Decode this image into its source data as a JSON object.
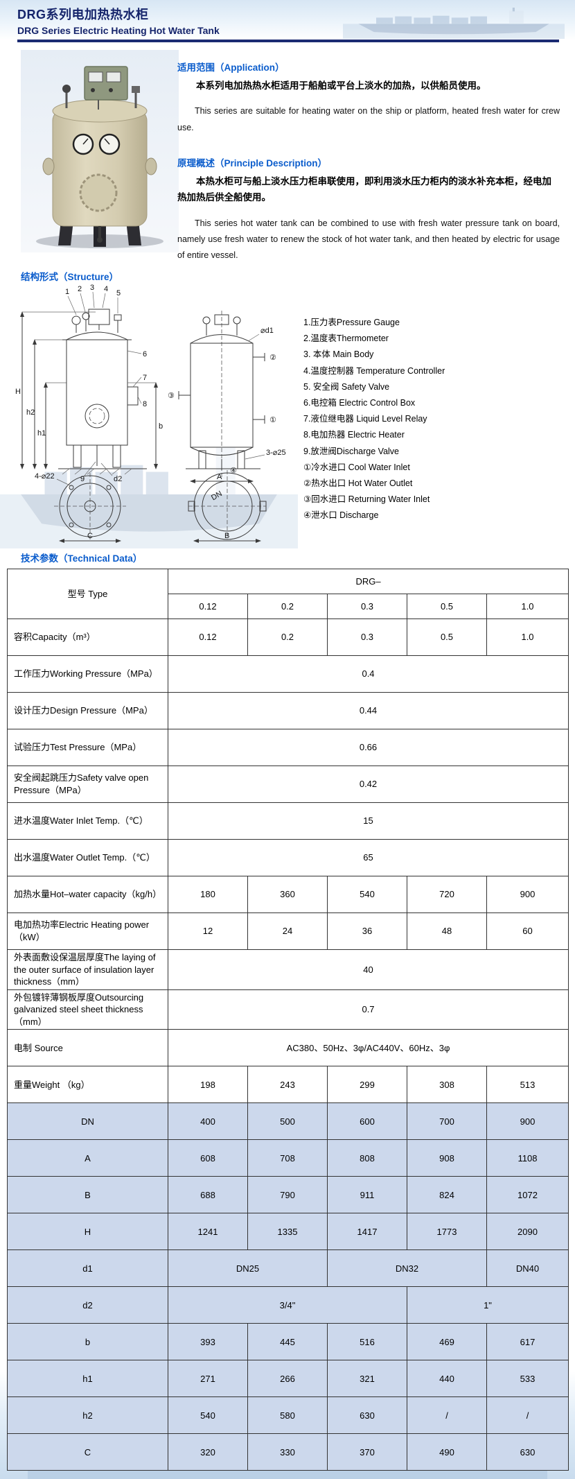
{
  "header": {
    "title_zh": "DRG系列电加热热水柜",
    "title_en": "DRG Series Electric Heating Hot Water Tank"
  },
  "application": {
    "heading": "适用范围（Application）",
    "para_zh": "本系列电加热热水柜适用于船舶或平台上淡水的加热，以供船员使用。",
    "para_en": "This series are suitable for heating water on the ship or platform, heated fresh water for crew use."
  },
  "principle": {
    "heading": "原理概述（Principle Description）",
    "para_zh": "本热水柜可与船上淡水压力柜串联使用，即利用淡水压力柜内的淡水补充本柜，经电加热加热后供全船使用。",
    "para_en": "This series hot water tank can be combined to use with fresh water pressure tank on board, namely use fresh water to renew the stock of hot water tank, and then heated by electric for usage of entire vessel."
  },
  "structure": {
    "heading": "结构形式（Structure）",
    "parts": [
      "1.压力表Pressure Gauge",
      "2.温度表Thermometer",
      "3. 本体 Main Body",
      "4.温度控制器 Temperature Controller",
      "5. 安全阀 Safety Valve",
      "6.电控箱 Electric Control Box",
      "7.液位继电器 Liquid Level Relay",
      "8.电加热器 Electric Heater",
      "9.放泄阀Discharge Valve",
      "①冷水进口 Cool Water Inlet",
      "②热水出口 Hot Water Outlet",
      "③回水进口 Returning Water Inlet",
      "④泄水口 Discharge"
    ],
    "drawing_labels": {
      "H": "H",
      "h1": "h1",
      "h2": "h2",
      "b": "b",
      "d2": "d2",
      "phi_d1": "⌀d1",
      "A": "A",
      "B": "B",
      "C": "C",
      "DN": "DN",
      "bolt_note": "4-⌀22",
      "leg_note": "3-⌀25"
    },
    "callouts_left": [
      "1",
      "2",
      "3",
      "4",
      "5",
      "6",
      "7",
      "8",
      "9"
    ],
    "callouts_right": [
      "①",
      "②",
      "③",
      "④"
    ]
  },
  "technical": {
    "heading": "技术参数（Technical Data）",
    "table": {
      "type_label": "型号 Type",
      "series_label": "DRG–",
      "models": [
        "0.12",
        "0.2",
        "0.3",
        "0.5",
        "1.0"
      ],
      "rows": [
        {
          "label": "容积Capacity（m³）",
          "cells": [
            {
              "text": "0.12"
            },
            {
              "text": "0.2"
            },
            {
              "text": "0.3"
            },
            {
              "text": "0.5"
            },
            {
              "text": "1.0"
            }
          ]
        },
        {
          "label": "工作压力Working Pressure（MPa）",
          "cells": [
            {
              "text": "0.4",
              "span": 5
            }
          ]
        },
        {
          "label": "设计压力Design Pressure（MPa）",
          "cells": [
            {
              "text": "0.44",
              "span": 5
            }
          ]
        },
        {
          "label": "试验压力Test Pressure（MPa）",
          "cells": [
            {
              "text": "0.66",
              "span": 5
            }
          ]
        },
        {
          "label": "安全阀起跳压力Safety valve open Pressure（MPa）",
          "cells": [
            {
              "text": "0.42",
              "span": 5
            }
          ]
        },
        {
          "label": "进水温度Water Inlet Temp.（℃）",
          "cells": [
            {
              "text": "15",
              "span": 5
            }
          ]
        },
        {
          "label": "出水温度Water Outlet Temp.（℃）",
          "cells": [
            {
              "text": "65",
              "span": 5
            }
          ]
        },
        {
          "label": "加热水量Hot–water capacity（kg/h）",
          "cells": [
            {
              "text": "180"
            },
            {
              "text": "360"
            },
            {
              "text": "540"
            },
            {
              "text": "720"
            },
            {
              "text": "900"
            }
          ]
        },
        {
          "label": "电加热功率Electric Heating power（kW）",
          "cells": [
            {
              "text": "12"
            },
            {
              "text": "24"
            },
            {
              "text": "36"
            },
            {
              "text": "48"
            },
            {
              "text": "60"
            }
          ]
        },
        {
          "label": "外表面敷设保温层厚度The laying of the outer surface of insulation layer thickness（mm）",
          "cells": [
            {
              "text": "40",
              "span": 5
            }
          ]
        },
        {
          "label": "外包镀锌薄钢板厚度Outsourcing galvanized steel sheet thickness（mm）",
          "cells": [
            {
              "text": "0.7",
              "span": 5
            }
          ]
        },
        {
          "label": "电制 Source",
          "cells": [
            {
              "text": "AC380、50Hz、3φ/AC440V、60Hz、3φ",
              "span": 5
            }
          ]
        },
        {
          "label": "重量Weight （kg）",
          "cells": [
            {
              "text": "198"
            },
            {
              "text": "243"
            },
            {
              "text": "299"
            },
            {
              "text": "308"
            },
            {
              "text": "513"
            }
          ]
        },
        {
          "label": "DN",
          "shaded": true,
          "center": true,
          "cells": [
            {
              "text": "400"
            },
            {
              "text": "500"
            },
            {
              "text": "600"
            },
            {
              "text": "700"
            },
            {
              "text": "900"
            }
          ]
        },
        {
          "label": "A",
          "shaded": true,
          "center": true,
          "cells": [
            {
              "text": "608"
            },
            {
              "text": "708"
            },
            {
              "text": "808"
            },
            {
              "text": "908"
            },
            {
              "text": "1108"
            }
          ]
        },
        {
          "label": "B",
          "shaded": true,
          "center": true,
          "cells": [
            {
              "text": "688"
            },
            {
              "text": "790"
            },
            {
              "text": "911"
            },
            {
              "text": "824"
            },
            {
              "text": "1072"
            }
          ]
        },
        {
          "label": "H",
          "shaded": true,
          "center": true,
          "cells": [
            {
              "text": "1241"
            },
            {
              "text": "1335"
            },
            {
              "text": "1417"
            },
            {
              "text": "1773"
            },
            {
              "text": "2090"
            }
          ]
        },
        {
          "label": "d1",
          "shaded": true,
          "center": true,
          "cells": [
            {
              "text": "DN25",
              "span": 2
            },
            {
              "text": "DN32",
              "span": 2
            },
            {
              "text": "DN40",
              "span": 1
            }
          ]
        },
        {
          "label": "d2",
          "shaded": true,
          "center": true,
          "cells": [
            {
              "text": "3/4\"",
              "span": 3
            },
            {
              "text": "1\"",
              "span": 2
            }
          ]
        },
        {
          "label": "b",
          "shaded": true,
          "center": true,
          "cells": [
            {
              "text": "393"
            },
            {
              "text": "445"
            },
            {
              "text": "516"
            },
            {
              "text": "469"
            },
            {
              "text": "617"
            }
          ]
        },
        {
          "label": "h1",
          "shaded": true,
          "center": true,
          "cells": [
            {
              "text": "271"
            },
            {
              "text": "266"
            },
            {
              "text": "321"
            },
            {
              "text": "440"
            },
            {
              "text": "533"
            }
          ]
        },
        {
          "label": "h2",
          "shaded": true,
          "center": true,
          "cells": [
            {
              "text": "540"
            },
            {
              "text": "580"
            },
            {
              "text": "630"
            },
            {
              "text": "/"
            },
            {
              "text": "/"
            }
          ]
        },
        {
          "label": "C",
          "shaded": true,
          "center": true,
          "cells": [
            {
              "text": "320"
            },
            {
              "text": "330"
            },
            {
              "text": "370"
            },
            {
              "text": "490"
            },
            {
              "text": "630"
            }
          ]
        }
      ]
    }
  }
}
